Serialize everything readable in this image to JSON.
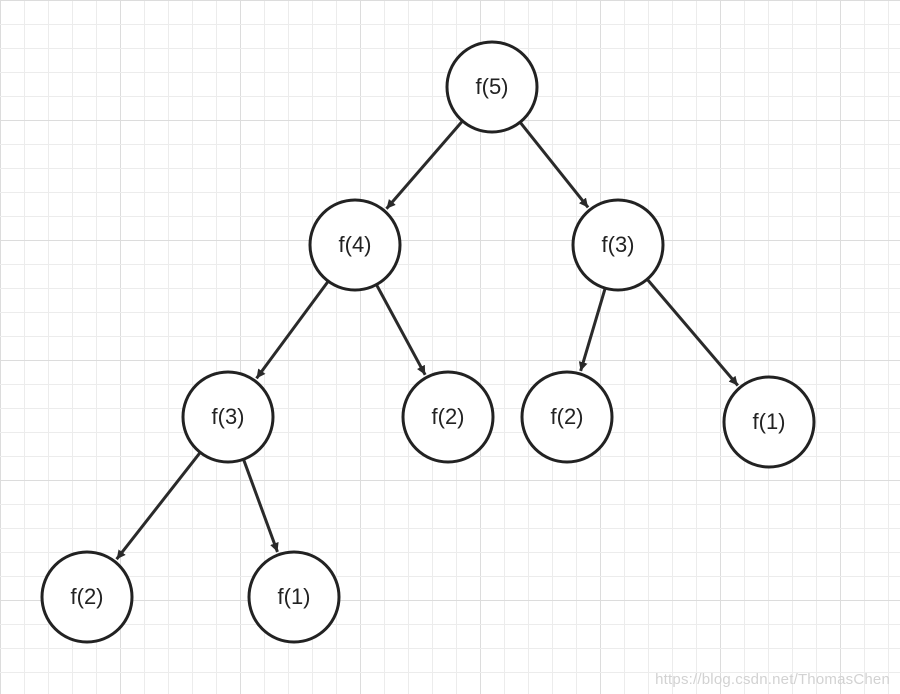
{
  "diagram": {
    "type": "recursion-tree",
    "nodes": [
      {
        "id": "n1",
        "label": "f(5)"
      },
      {
        "id": "n2",
        "label": "f(4)"
      },
      {
        "id": "n3",
        "label": "f(3)"
      },
      {
        "id": "n4",
        "label": "f(3)"
      },
      {
        "id": "n5",
        "label": "f(2)"
      },
      {
        "id": "n6",
        "label": "f(2)"
      },
      {
        "id": "n7",
        "label": "f(1)"
      },
      {
        "id": "n8",
        "label": "f(2)"
      },
      {
        "id": "n9",
        "label": "f(1)"
      }
    ],
    "edges": [
      {
        "from": "n1",
        "to": "n2"
      },
      {
        "from": "n1",
        "to": "n3"
      },
      {
        "from": "n2",
        "to": "n4"
      },
      {
        "from": "n2",
        "to": "n5"
      },
      {
        "from": "n3",
        "to": "n6"
      },
      {
        "from": "n3",
        "to": "n7"
      },
      {
        "from": "n4",
        "to": "n8"
      },
      {
        "from": "n4",
        "to": "n9"
      }
    ]
  },
  "colors": {
    "background": "#ffffff",
    "grid_minor": "#ececec",
    "grid_major": "#dcdcdc",
    "node_stroke": "#222222",
    "node_fill": "#ffffff",
    "edge": "#2a2a2a"
  },
  "watermark": {
    "text": "https://blog.csdn.net/ThomasChen"
  }
}
